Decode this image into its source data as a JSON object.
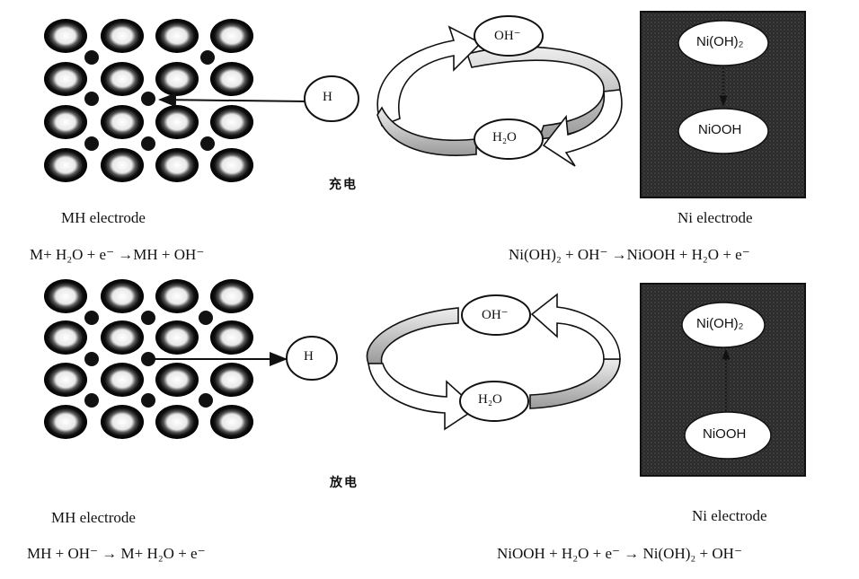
{
  "charge": {
    "caption": "充电",
    "left_label": "MH electrode",
    "left_equation": "M+ H₂O + e⁻ →MH + OH⁻",
    "right_label": "Ni electrode",
    "right_equation": "Ni(OH)₂ + OH⁻ →NiOOH + H₂O + e⁻",
    "h_label": "H",
    "oval_top": "OH⁻",
    "oval_bottom": "H₂O",
    "box_top": "Ni(OH)₂",
    "box_bottom": "NiOOH"
  },
  "discharge": {
    "caption": "放电",
    "left_label": "MH electrode",
    "left_equation": "MH + OH⁻ → M+ H₂O + e⁻",
    "right_label": "Ni electrode",
    "right_equation": "NiOOH + H₂O + e⁻ → Ni(OH)₂ + OH⁻",
    "h_label": "H",
    "oval_top": "OH⁻",
    "oval_bottom": "H₂O",
    "box_top": "Ni(OH)₂",
    "box_bottom": "NiOOH"
  }
}
